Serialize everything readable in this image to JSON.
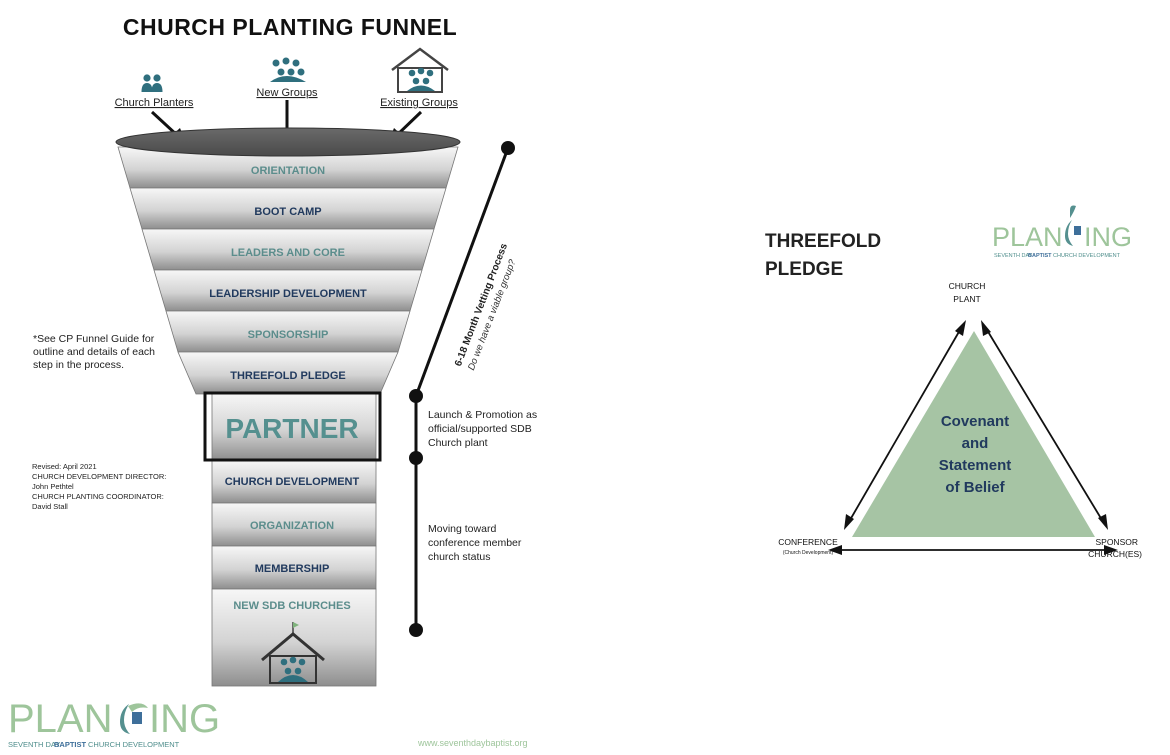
{
  "funnel": {
    "title": "CHURCH PLANTING FUNNEL",
    "inputs": [
      "Church Planters",
      "New Groups",
      "Existing Groups"
    ],
    "stages": [
      "ORIENTATION",
      "BOOT CAMP",
      "LEADERS AND CORE",
      "LEADERSHIP DEVELOPMENT",
      "SPONSORSHIP",
      "THREEFOLD PLEDGE"
    ],
    "partner": "PARTNER",
    "stem_stages": [
      "CHURCH DEVELOPMENT",
      "ORGANIZATION",
      "MEMBERSHIP",
      "NEW SDB CHURCHES"
    ],
    "note": "*See CP Funnel Guide for outline and details of each step in the process.",
    "revision_lines": [
      "Revised: April 2021",
      "CHURCH DEVELOPMENT DIRECTOR:",
      "John Pethtel",
      "CHURCH PLANTING COORDINATOR:",
      "David Stall"
    ],
    "vetting_title": "6-18 Month Vetting Process",
    "vetting_question": "Do we have a viable group?",
    "launch_text": "Launch & Promotion as official/supported SDB Church plant",
    "moving_text": "Moving toward conference member church status",
    "website": "www.seventhdaybaptist.org"
  },
  "logo": {
    "left": "PLAN",
    "right": "ING",
    "tagline_a": "SEVENTH DAY",
    "tagline_b": "BAPTIST",
    "tagline_c": "CHURCH DEVELOPMENT"
  },
  "pledge": {
    "title_line1": "THREEFOLD",
    "title_line2": "PLEDGE",
    "top_label_line1": "CHURCH",
    "top_label_line2": "PLANT",
    "left_label": "CONFERENCE",
    "left_sublabel": "(Church Development)",
    "right_label_line1": "SPONSOR",
    "right_label_line2": "CHURCH(ES)",
    "center_lines": [
      "Covenant",
      "and",
      "Statement",
      "of Belief"
    ]
  },
  "colors": {
    "teal": "#5b8d8c",
    "navy": "#213a5e",
    "sage": "#a6c4a4",
    "logo_green": "#9ec59b",
    "logo_teal": "#55908f"
  }
}
